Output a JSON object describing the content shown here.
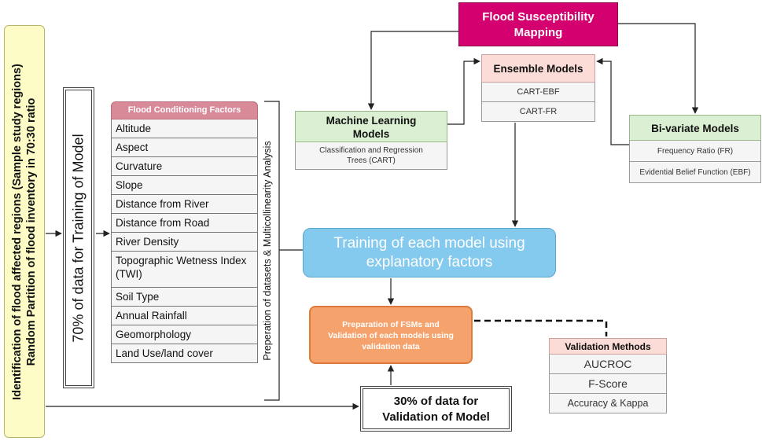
{
  "left_box": {
    "line1": "Identification of flood affected regions (Sample study regions)",
    "line2": "Random Partition of flood inventory in 70:30 ratio"
  },
  "training_70": "70% of data for Training of Model",
  "factors": {
    "header": "Flood Conditioning Factors",
    "items": [
      "Altitude",
      "Aspect",
      "Curvature",
      "Slope",
      "Distance from River",
      "Distance from Road",
      "River Density",
      "Topographic Wetness Index (TWI)",
      "Soil Type",
      "Annual Rainfall",
      "Geomorphology",
      "Land Use/land cover"
    ]
  },
  "preparation_label": "Preperation of datasets & Multicollinearity Analysis",
  "fsm": {
    "line1": "Flood Susceptibility",
    "line2": "Mapping"
  },
  "ensemble": {
    "title": "Ensemble Models",
    "items": [
      "CART-EBF",
      "CART-FR"
    ]
  },
  "ml": {
    "title_line1": "Machine Learning",
    "title_line2": "Models",
    "item_line1": "Classification and Regression",
    "item_line2": "Trees (CART)"
  },
  "bivariate": {
    "title": "Bi-variate Models",
    "items": [
      "Frequency Ratio (FR)",
      "Evidential Belief Function (EBF)"
    ]
  },
  "training_box": {
    "line1": "Training of each model using",
    "line2": "explanatory factors"
  },
  "prep_fsm": {
    "line1": "Preparation of FSMs and",
    "line2": "Validation of each models using",
    "line3": "validation data"
  },
  "validation_30": {
    "line1": "30% of data for",
    "line2": "Validation of Model"
  },
  "validation_methods": {
    "title": "Validation Methods",
    "items": [
      "AUCROC",
      "F-Score",
      "Accuracy & Kappa"
    ]
  },
  "colors": {
    "fsm": "#d4006f",
    "green": "#dbefd3",
    "pink": "#fbdcd6",
    "blue": "#84c9ee",
    "orange": "#f5a26c",
    "yellow": "#fdfcc7"
  }
}
